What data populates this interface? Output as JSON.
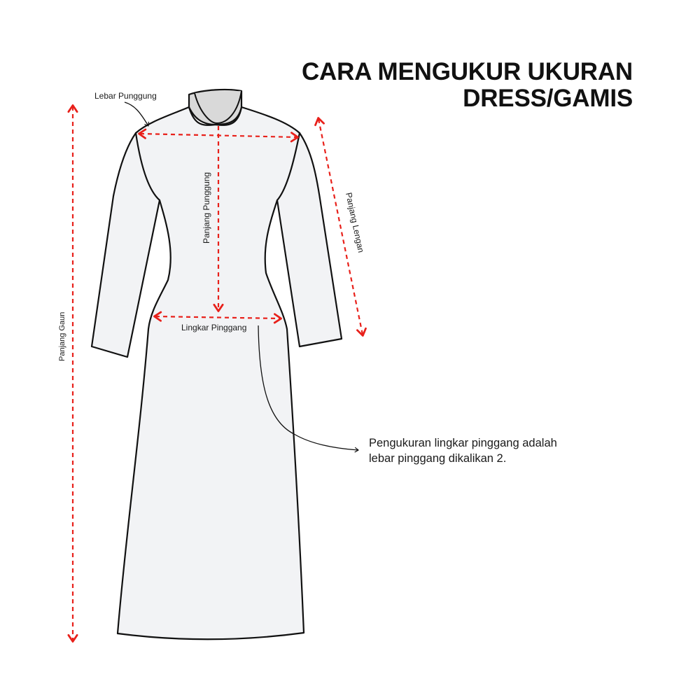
{
  "title": {
    "line1": "CARA MENGUKUR UKURAN",
    "line2": "DRESS/GAMIS"
  },
  "labels": {
    "lebar_punggung": "Lebar Punggung",
    "panjang_punggung": "Panjang Punggung",
    "panjang_lengan": "Panjang Lengan",
    "panjang_gaun": "Panjang Gaun",
    "lingkar_pinggang": "Lingkar Pinggang"
  },
  "note": {
    "line1": "Pengukuran lingkar pinggang adalah",
    "line2": "lebar pinggang dikalikan 2."
  },
  "colors": {
    "measure_line": "#e8201a",
    "dress_fill": "#f2f3f5",
    "collar_fill": "#d9d9d9",
    "outline": "#111111"
  }
}
